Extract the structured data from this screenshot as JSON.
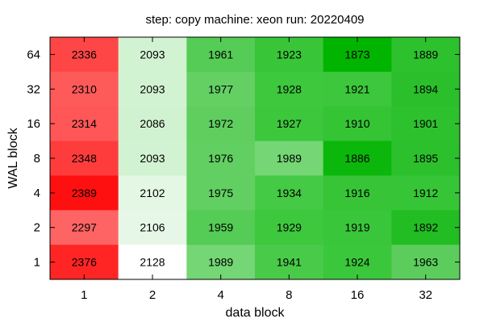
{
  "chart_data": {
    "type": "heatmap",
    "title": "step: copy  machine: xeon  run: 20220409",
    "xlabel": "data block",
    "ylabel": "WAL block",
    "x_categories": [
      "1",
      "2",
      "4",
      "8",
      "16",
      "32"
    ],
    "y_categories": [
      "64",
      "32",
      "16",
      "8",
      "4",
      "2",
      "1"
    ],
    "values": [
      [
        2336,
        2093,
        1961,
        1923,
        1873,
        1889
      ],
      [
        2310,
        2093,
        1977,
        1928,
        1921,
        1894
      ],
      [
        2314,
        2086,
        1972,
        1927,
        1910,
        1901
      ],
      [
        2348,
        2093,
        1976,
        1989,
        1886,
        1895
      ],
      [
        2389,
        2102,
        1975,
        1934,
        1916,
        1912
      ],
      [
        2297,
        2106,
        1959,
        1929,
        1919,
        1892
      ],
      [
        2376,
        2128,
        1989,
        1941,
        1924,
        1963
      ]
    ],
    "cell_colors": [
      [
        "#ff4646",
        "#d2f3d2",
        "#55cc55",
        "#38c638",
        "#00b400",
        "#2ec12e"
      ],
      [
        "#ff5a5a",
        "#d2f3d2",
        "#64d064",
        "#3dc83d",
        "#3cc73c",
        "#2bbf2b"
      ],
      [
        "#ff5757",
        "#d0f2d0",
        "#5fce5f",
        "#3cc73c",
        "#34c434",
        "#2ec12e"
      ],
      [
        "#ff3c3c",
        "#d2f3d2",
        "#62cf62",
        "#74d674",
        "#0ab70a",
        "#2cc02c"
      ],
      [
        "#ff1010",
        "#e4f6e4",
        "#62cf62",
        "#44ca44",
        "#37c537",
        "#36c536"
      ],
      [
        "#ff6464",
        "#e7f7e7",
        "#55cc55",
        "#3ec83e",
        "#3ac63a",
        "#22bd22"
      ],
      [
        "#ff2525",
        "#ffffff",
        "#74d674",
        "#49cb49",
        "#3bc73b",
        "#5ccd5c"
      ]
    ]
  }
}
